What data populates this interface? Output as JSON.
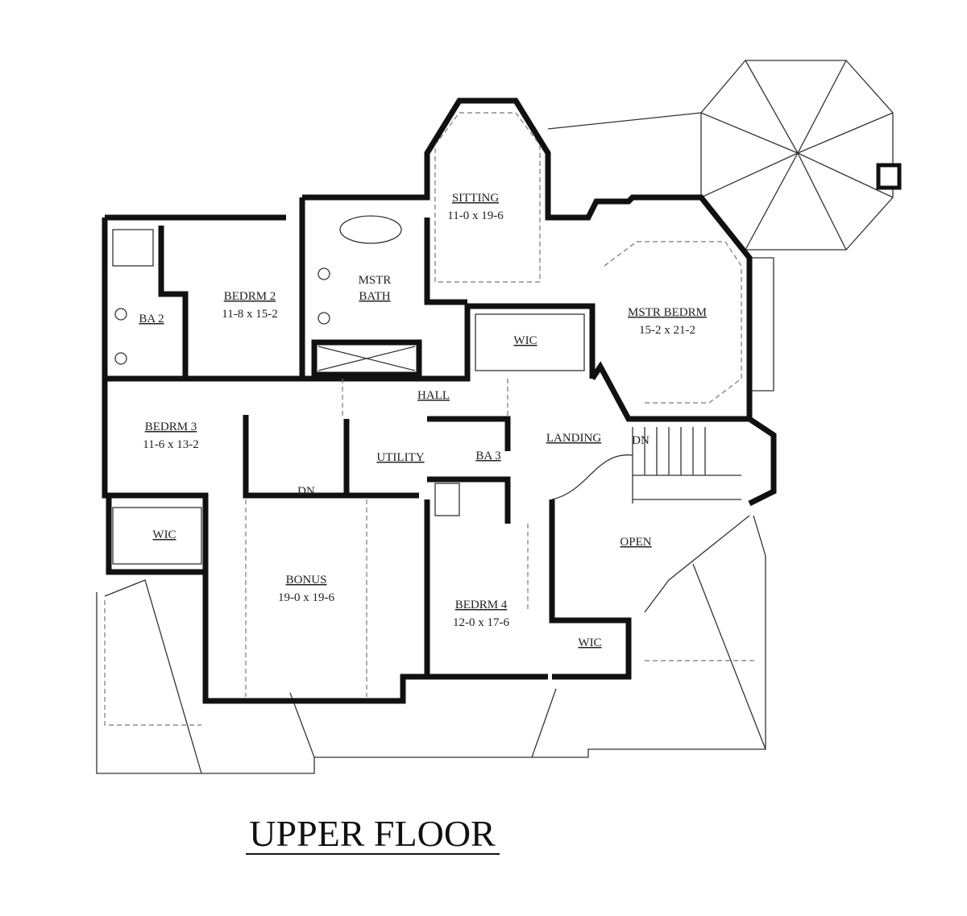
{
  "title": "UPPER FLOOR",
  "rooms": {
    "sitting": {
      "name": "SITTING",
      "size": "11-0 x 19-6"
    },
    "bedrm2": {
      "name": "BEDRM 2",
      "size": "11-8 x 15-2"
    },
    "mstr_bath": {
      "name1": "MSTR",
      "name2": "BATH"
    },
    "ba2": {
      "name": "BA 2"
    },
    "wic_master": {
      "name": "WIC"
    },
    "mstr_bedrm": {
      "name": "MSTR BEDRM",
      "size": "15-2 x 21-2"
    },
    "hall": {
      "name": "HALL"
    },
    "landing": {
      "name": "LANDING"
    },
    "stair_dn": {
      "name": "DN"
    },
    "bedrm3": {
      "name": "BEDRM 3",
      "size": "11-6 x 13-2"
    },
    "utility": {
      "name": "UTILITY"
    },
    "ba3": {
      "name": "BA 3"
    },
    "bonus_dn": {
      "name": "DN"
    },
    "wic_bedrm3": {
      "name": "WIC"
    },
    "open": {
      "name": "OPEN"
    },
    "bonus": {
      "name": "BONUS",
      "size": "19-0 x 19-6"
    },
    "bedrm4": {
      "name": "BEDRM 4",
      "size": "12-0 x 17-6"
    },
    "wic_bedrm4": {
      "name": "WIC"
    }
  }
}
